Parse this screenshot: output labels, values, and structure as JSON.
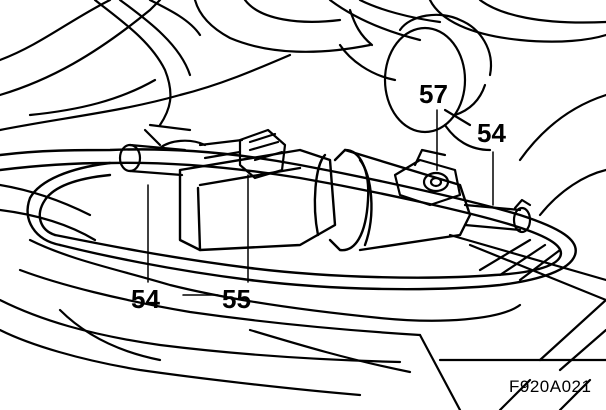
{
  "callouts": {
    "label_57": "57",
    "label_54_right": "54",
    "label_54_bottom": "54",
    "label_55": "55"
  },
  "figure_code": "F920A021",
  "colors": {
    "line": "#000000",
    "background": "#ffffff"
  }
}
